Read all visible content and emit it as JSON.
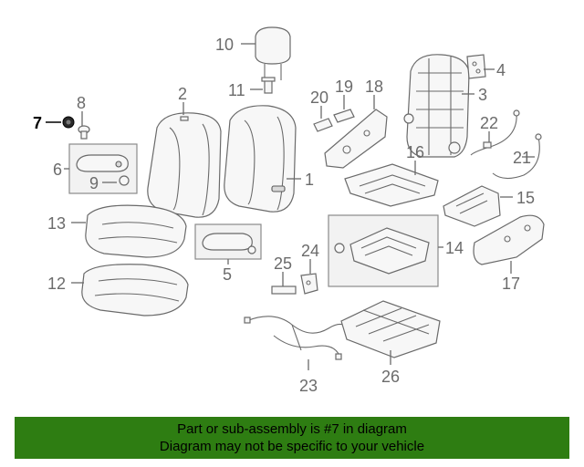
{
  "callouts": {
    "c1": "1",
    "c2": "2",
    "c3": "3",
    "c4": "4",
    "c5": "5",
    "c6": "6",
    "c7": "7",
    "c8": "8",
    "c9": "9",
    "c10": "10",
    "c11": "11",
    "c12": "12",
    "c13": "13",
    "c14": "14",
    "c15": "15",
    "c16": "16",
    "c17": "17",
    "c18": "18",
    "c19": "19",
    "c20": "20",
    "c21": "21",
    "c22": "22",
    "c23": "23",
    "c24": "24",
    "c25": "25",
    "c26": "26"
  },
  "highlighted_part": "7",
  "colors": {
    "banner": "#2e7d12",
    "highlight": "#000000",
    "line": "#6a6a6a"
  },
  "banner": {
    "line1": "Part or sub-assembly is #7 in diagram",
    "line2": "Diagram may not be specific to your vehicle"
  }
}
